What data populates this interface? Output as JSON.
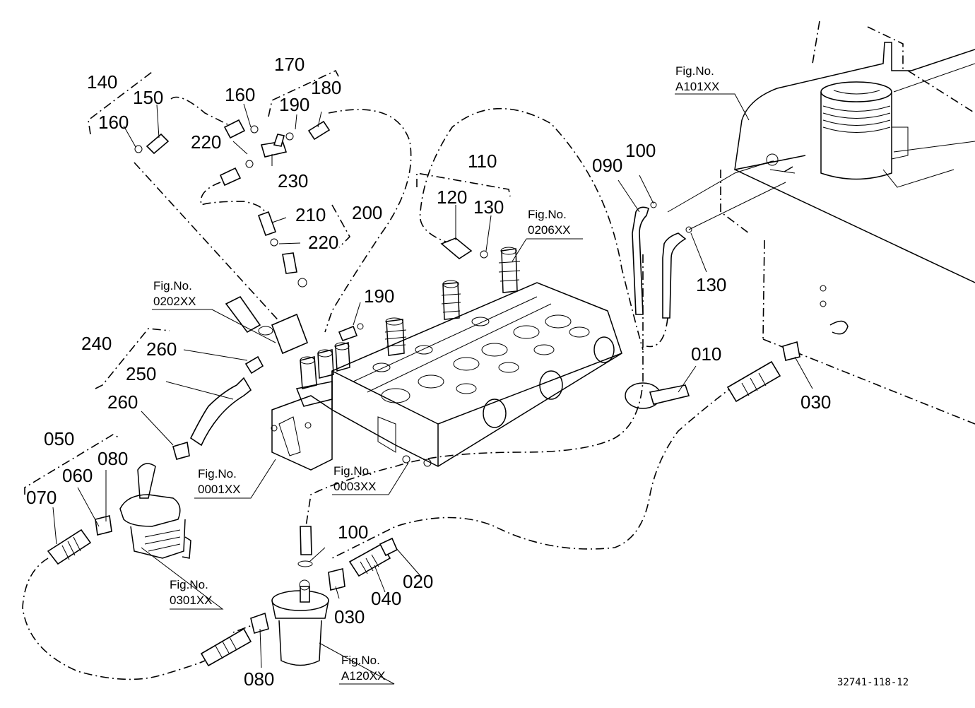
{
  "part_labels": {
    "p010": "010",
    "p020": "020",
    "p030a": "030",
    "p030b": "030",
    "p040": "040",
    "p050": "050",
    "p060": "060",
    "p070": "070",
    "p080a": "080",
    "p080b": "080",
    "p090": "090",
    "p100a": "100",
    "p100b": "100",
    "p110": "110",
    "p120": "120",
    "p130a": "130",
    "p130b": "130",
    "p140": "140",
    "p150": "150",
    "p160a": "160",
    "p160b": "160",
    "p170": "170",
    "p180": "180",
    "p190a": "190",
    "p190b": "190",
    "p200": "200",
    "p210": "210",
    "p220a": "220",
    "p220b": "220",
    "p230": "230",
    "p240": "240",
    "p250": "250",
    "p260a": "260",
    "p260b": "260"
  },
  "figure_refs": {
    "fig_prefix": "Fig.No.",
    "a101": "A101XX",
    "f0206": "0206XX",
    "f0202": "0202XX",
    "f0001": "0001XX",
    "f0003": "0003XX",
    "f0301": "0301XX",
    "a120": "A120XX"
  },
  "drawing_number": "32741-118-12"
}
